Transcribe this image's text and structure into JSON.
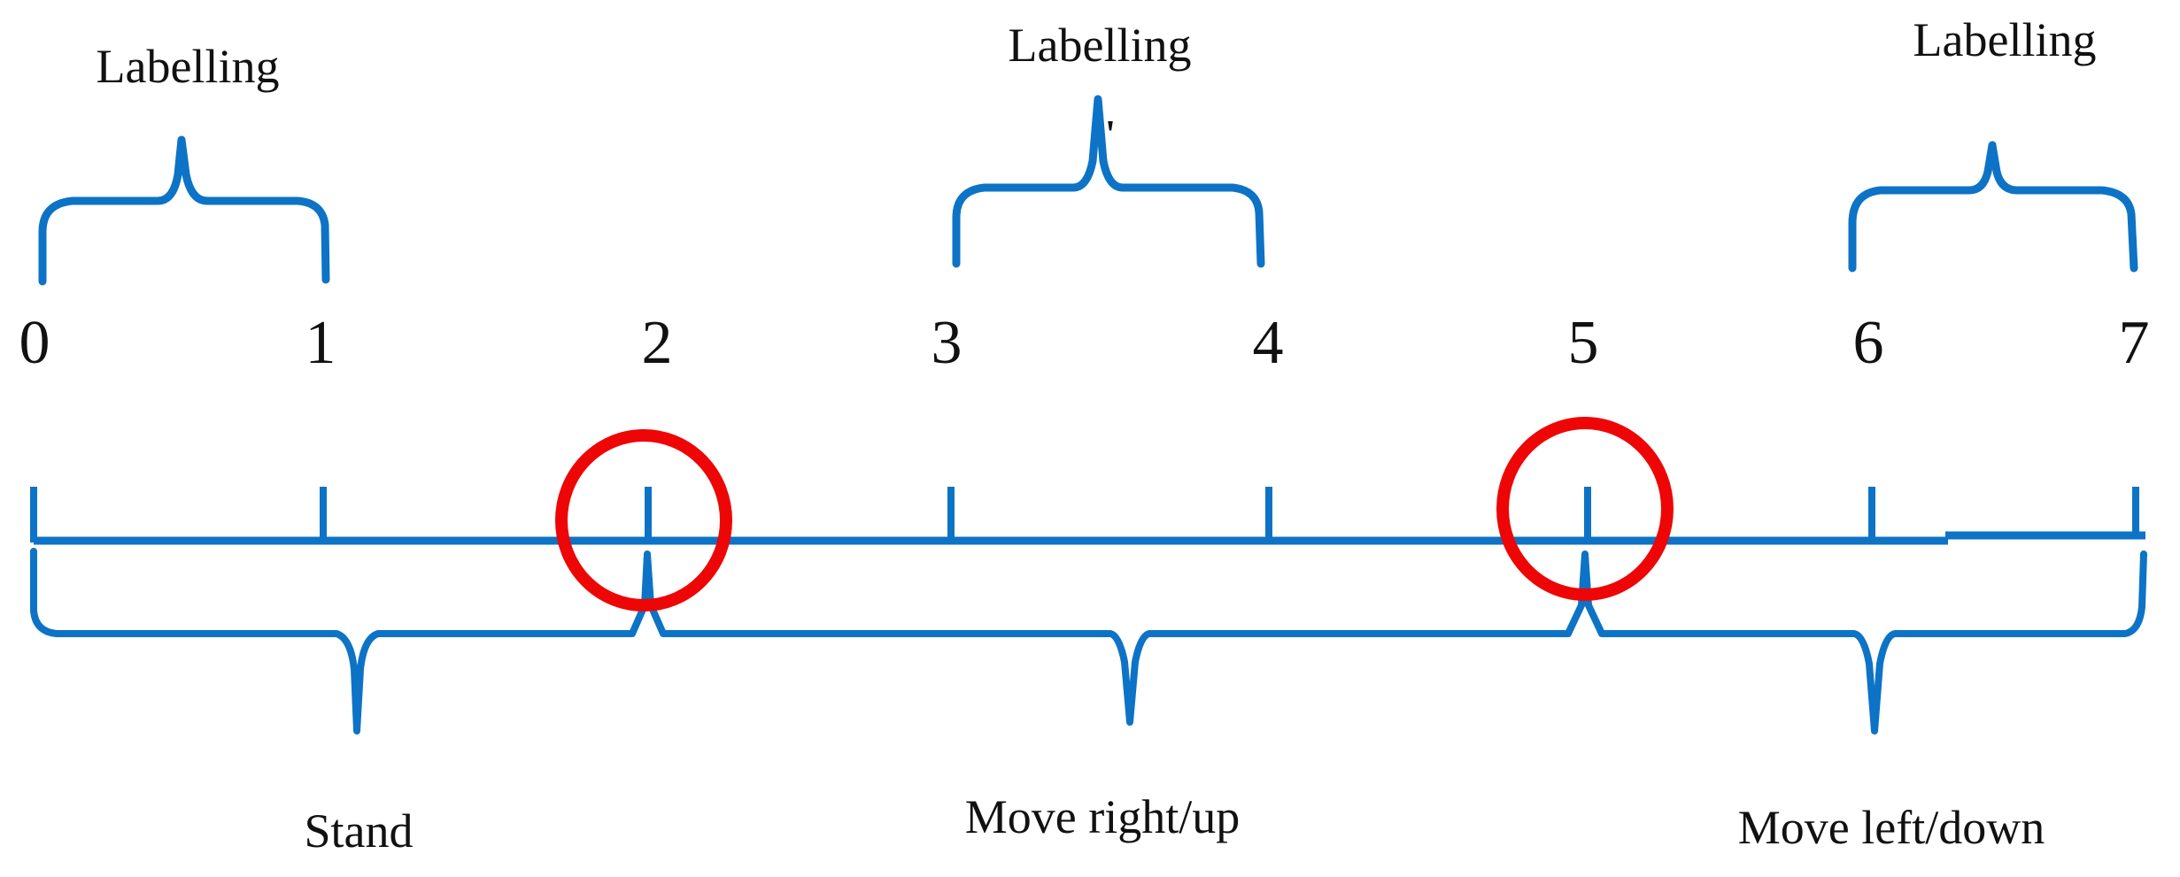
{
  "figure": {
    "type": "number-line-annotation-diagram",
    "colors": {
      "line_blue": "#0d73c6",
      "highlight_red": "#ee0505",
      "text_black": "#111111",
      "background": "#ffffff"
    },
    "number_line": {
      "labels": [
        "0",
        "1",
        "2",
        "3",
        "4",
        "5",
        "6",
        "7"
      ],
      "range": [
        0,
        7
      ],
      "highlighted_positions": [
        2,
        5
      ]
    },
    "top_braces": [
      {
        "label": "Labelling",
        "from": 0,
        "to": 1
      },
      {
        "label": "Labelling",
        "from": 3,
        "to": 4
      },
      {
        "label": "Labelling",
        "from": 6,
        "to": 7
      }
    ],
    "bottom_groups": [
      {
        "label": "Stand",
        "from": 0,
        "to": 2
      },
      {
        "label": "Move right/up",
        "from": 2,
        "to": 5
      },
      {
        "label": "Move left/down",
        "from": 5,
        "to": 7
      }
    ],
    "stray_mark": "'"
  }
}
